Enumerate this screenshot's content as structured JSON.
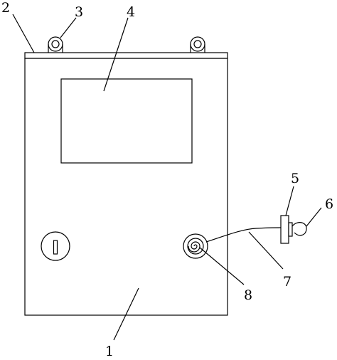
{
  "labels": {
    "body": "1",
    "top_cover": "2",
    "hanging_ring": "3",
    "display_window": "4",
    "clip_block": "5",
    "hook": "6",
    "cable": "7",
    "reel": "8"
  },
  "colors": {
    "stroke": "#000000",
    "background": "#ffffff"
  }
}
